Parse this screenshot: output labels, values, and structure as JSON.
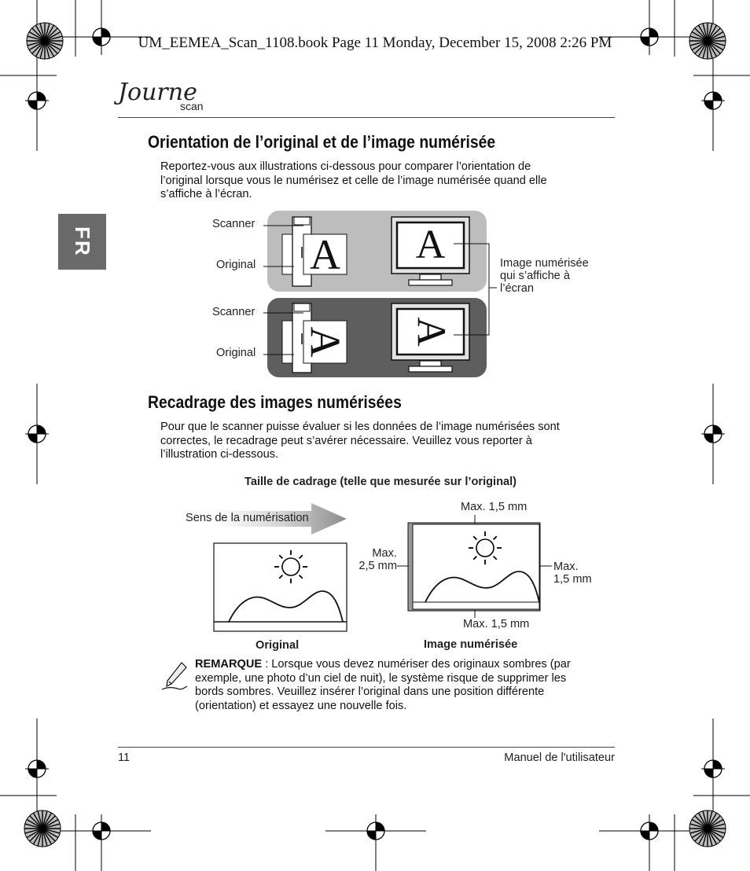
{
  "header": {
    "print_line": "UM_EEMEA_Scan_1108.book  Page 11  Monday, December 15, 2008  2:26 PM"
  },
  "logo": {
    "script": "Journe",
    "scan": "scan"
  },
  "lang_tab": "FR",
  "section1": {
    "title": "Orientation de l’original et de l’image numérisée",
    "para": [
      "Reportez-vous aux illustrations ci-dessous pour comparer l’orientation de",
      "l’original lorsque vous le numérisez et celle de l’image numérisée quand elle",
      "s’affiche à l’écran."
    ],
    "figure": {
      "scanner1": "Scanner",
      "original1": "Original",
      "scanner2": "Scanner",
      "original2": "Original",
      "doc_letter": "A",
      "screen_caption": [
        "Image numérisée",
        "qui s’affiche à",
        "l’écran"
      ]
    }
  },
  "section2": {
    "title": "Recadrage des images numérisées",
    "para": [
      "Pour que le scanner puisse évaluer si les données de l’image numérisées sont",
      "correctes, le recadrage peut s’avérer nécessaire. Veuillez vous reporter à",
      "l’illustration ci-dessous."
    ],
    "figure": {
      "caption": "Taille de cadrage (telle que mesurée sur l’original)",
      "direction": "Sens de la numérisation",
      "max_top": "Max. 1,5 mm",
      "max_left": [
        "Max.",
        "2,5 mm"
      ],
      "max_right": [
        "Max.",
        "1,5 mm"
      ],
      "max_bottom": "Max. 1,5 mm",
      "label_original": "Original",
      "label_image": "Image numérisée"
    }
  },
  "note": {
    "label": "REMARQUE",
    "lines": [
      " : Lorsque vous devez numériser des originaux sombres (par",
      "exemple, une photo d’un ciel de nuit), le système risque de supprimer les",
      "bords sombres. Veuillez insérer l’original dans une position différente",
      "(orientation) et essayez une nouvelle fois."
    ]
  },
  "footer": {
    "page_number": "11",
    "manual": "Manuel de l'utilisateur"
  }
}
